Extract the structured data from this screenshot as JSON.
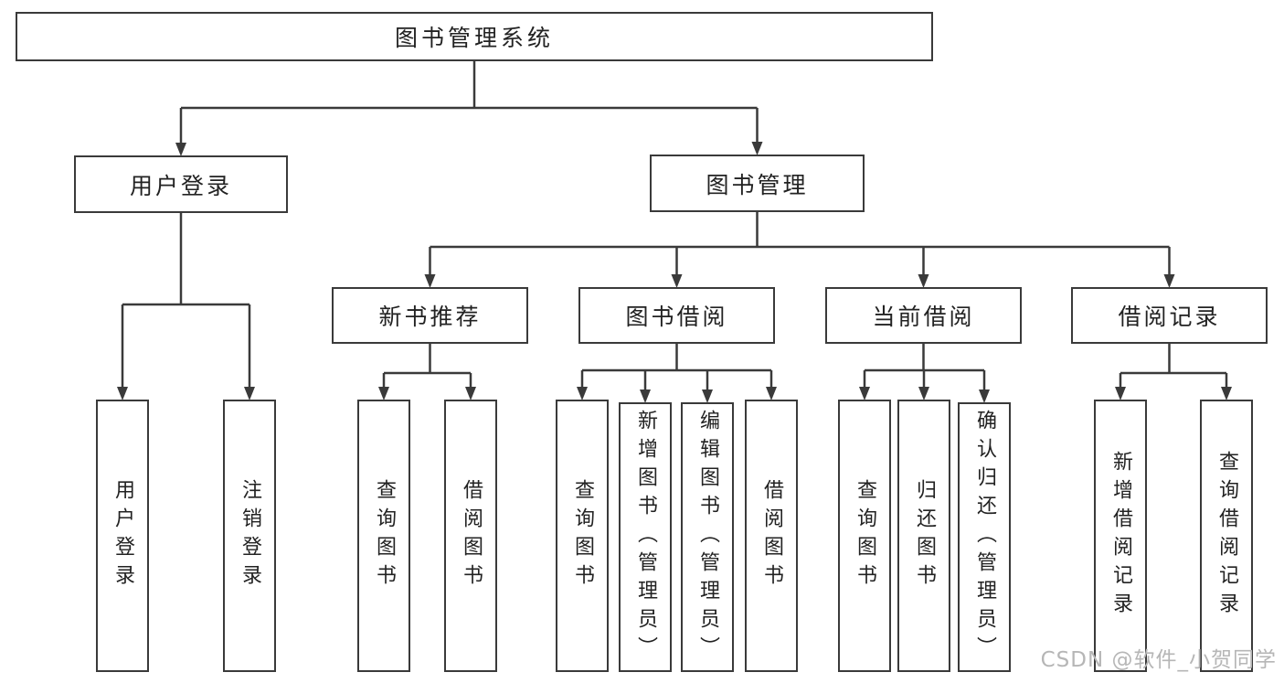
{
  "colors": {
    "line": "#3a3a3a",
    "box_border": "#3a3a3a",
    "text": "#222222",
    "background": "#ffffff",
    "watermark": "#b6b6b6"
  },
  "root": {
    "label": "图书管理系统"
  },
  "branches": {
    "user": {
      "label": "用户登录",
      "children": {
        "login": {
          "label": "用户登录"
        },
        "logout": {
          "label": "注销登录"
        }
      }
    },
    "mgmt": {
      "label": "图书管理",
      "sections": {
        "recommend": {
          "label": "新书推荐",
          "children": {
            "query": {
              "label": "查询图书"
            },
            "borrow": {
              "label": "借阅图书"
            }
          }
        },
        "borrow": {
          "label": "图书借阅",
          "children": {
            "query": {
              "label": "查询图书"
            },
            "add": {
              "label": "新增图书（管理员）"
            },
            "edit": {
              "label": "编辑图书（管理员）"
            },
            "borrow": {
              "label": "借阅图书"
            }
          }
        },
        "current": {
          "label": "当前借阅",
          "children": {
            "query": {
              "label": "查询图书"
            },
            "return": {
              "label": "归还图书"
            },
            "confirm": {
              "label": "确认归还（管理员）"
            }
          }
        },
        "records": {
          "label": "借阅记录",
          "children": {
            "add": {
              "label": "新增借阅记录"
            },
            "query": {
              "label": "查询借阅记录"
            }
          }
        }
      }
    }
  },
  "watermark": {
    "text": "CSDN @软件_小贺同学"
  }
}
